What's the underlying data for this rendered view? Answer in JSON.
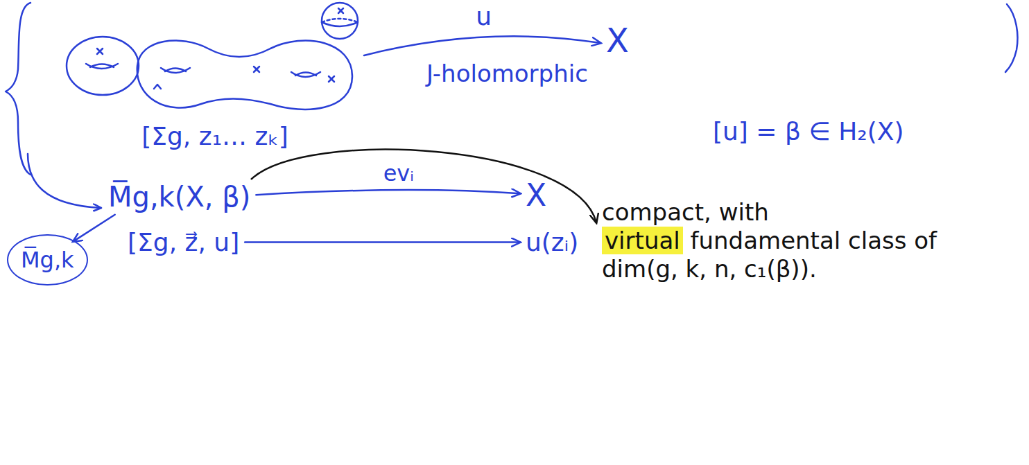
{
  "diagram": {
    "nodes": [
      {
        "text": [
          "[Σg, z₁… zₖ]"
        ]
      },
      {
        "text": [
          "X"
        ]
      },
      {
        "text": [
          "M̅g,k(X, β)"
        ]
      },
      {
        "text": [
          "X"
        ]
      },
      {
        "text": [
          "compact, with",
          "virtual",
          "fundamental class of dim(g, k, n, c₁(β))."
        ]
      },
      {
        "text": [
          "[Σg, z⃗, u]"
        ]
      },
      {
        "text": [
          "u(zᵢ)"
        ]
      },
      {
        "text": [
          "M̅g,k"
        ]
      }
    ],
    "edges": [
      {
        "from": 0,
        "to": 1,
        "label": "u",
        "arrow": "to"
      },
      {
        "from": 2,
        "to": 3,
        "label": "evᵢ",
        "arrow": "to"
      },
      {
        "from": 2,
        "to": 4,
        "arrow": "to"
      },
      {
        "from": 5,
        "to": 6,
        "arrow": "to"
      },
      {
        "from": 2,
        "to": 7,
        "arrow": "to"
      }
    ],
    "labels": [
      "J-holomorphic",
      "[u] = β ∈ H₂(X)"
    ]
  }
}
